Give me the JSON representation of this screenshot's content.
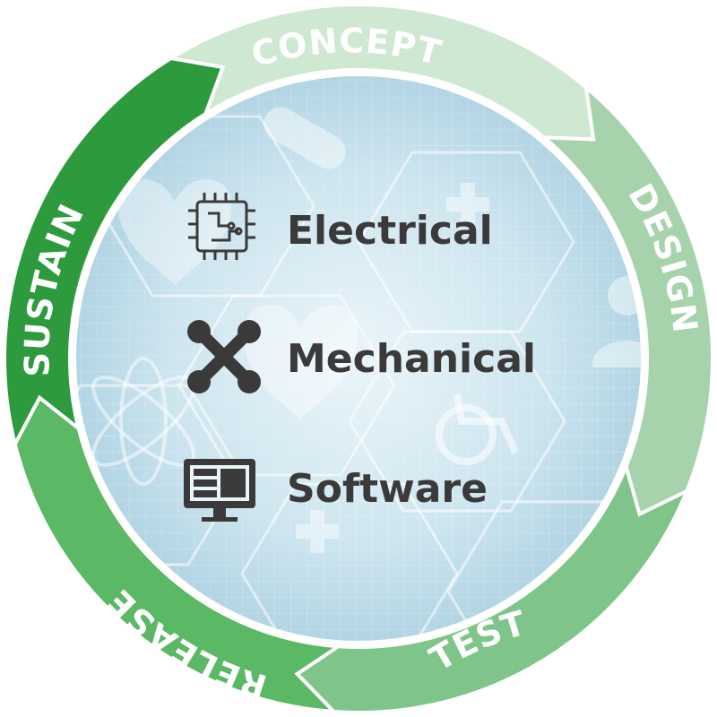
{
  "phases": [
    {
      "label": "CONCEPT",
      "color": "#cfe8d2"
    },
    {
      "label": "DESIGN",
      "color": "#a6d3ab"
    },
    {
      "label": "TEST",
      "color": "#7fc488"
    },
    {
      "label": "RELEASE",
      "color": "#5bb865"
    },
    {
      "label": "SUSTAIN",
      "color": "#2e9a3e"
    }
  ],
  "disciplines": [
    {
      "label": "Electrical",
      "icon": "circuit-chip-icon"
    },
    {
      "label": "Mechanical",
      "icon": "crossed-wrenches-icon"
    },
    {
      "label": "Software",
      "icon": "monitor-icon"
    }
  ],
  "background_icons": [
    "pill-icon",
    "heart-pulse-icon",
    "heart-cross-icon",
    "atom-icon",
    "wheelchair-icon",
    "doctor-icon",
    "medical-cross-icon"
  ],
  "colors": {
    "center_bg": "#cfe6f0",
    "text_dark": "#3a3a3a"
  }
}
